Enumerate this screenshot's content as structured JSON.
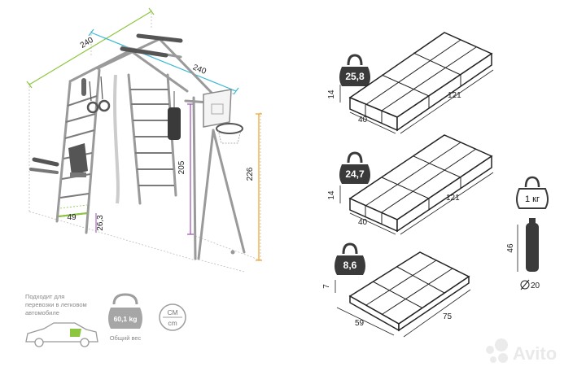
{
  "left_dimensions": {
    "width_top": "240",
    "depth": "240",
    "height_ladder": "205",
    "height_hoop": "226",
    "step_width": "49",
    "step_gap": "26,3"
  },
  "info": {
    "transport_note_line1": "Подходит для",
    "transport_note_line2": "перевозки в легковом",
    "transport_note_line3": "автомобиле",
    "total_weight": "60,1 kg",
    "total_weight_label": "Общий вес",
    "units_top": "СМ",
    "units_bottom": "cm"
  },
  "packages": [
    {
      "weight": "25,8",
      "height": "14",
      "width": "40",
      "length": "121"
    },
    {
      "weight": "24,7",
      "height": "14",
      "width": "40",
      "length": "121"
    },
    {
      "weight": "8,6",
      "height": "7",
      "width": "59",
      "length": "75"
    }
  ],
  "punching_bag": {
    "weight": "1 кг",
    "height": "46",
    "diameter": "20"
  },
  "watermark": "Avito",
  "colors": {
    "green": "#8cc63f",
    "cyan": "#3cb9d2",
    "purple": "#9b4fb0",
    "orange": "#f0a020",
    "weight_dark": "#3a3a3a",
    "grey": "#a6a6a6"
  }
}
